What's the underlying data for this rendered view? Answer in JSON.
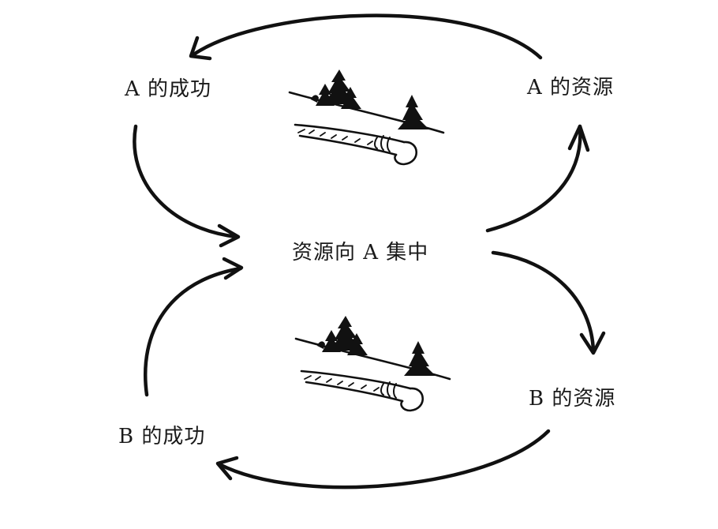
{
  "diagram": {
    "nodes": {
      "a_success": "A 的成功",
      "a_resources": "A 的资源",
      "center": "资源向 A 集中",
      "b_resources": "B 的资源",
      "b_success": "B 的成功"
    },
    "edges": [
      {
        "from": "a_resources",
        "to": "a_success"
      },
      {
        "from": "a_success",
        "to": "center"
      },
      {
        "from": "center",
        "to": "a_resources"
      },
      {
        "from": "center",
        "to": "b_resources"
      },
      {
        "from": "b_resources",
        "to": "b_success"
      },
      {
        "from": "b_success",
        "to": "center"
      }
    ],
    "illustrations": [
      "finger-tilting-hill-icon",
      "finger-tilting-hill-icon"
    ],
    "colors": {
      "ink": "#111111",
      "background": "#ffffff"
    }
  }
}
